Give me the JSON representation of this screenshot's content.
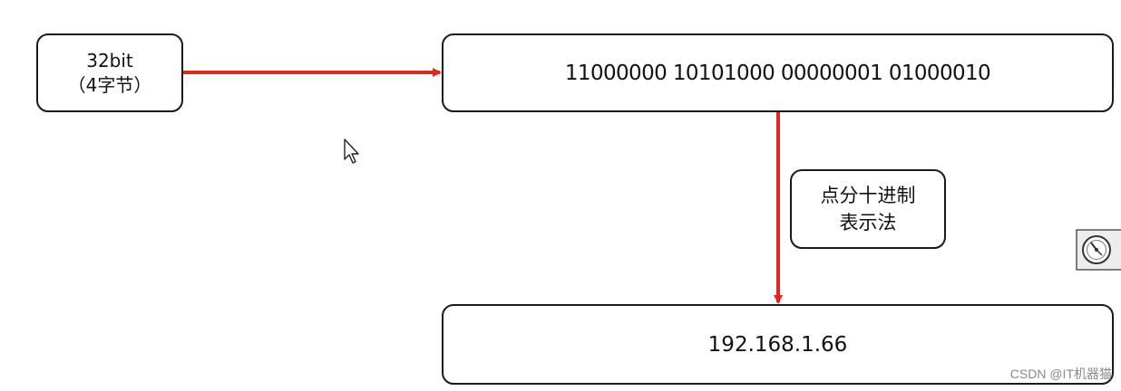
{
  "nodes": {
    "size_box": {
      "line1": "32bit",
      "line2": "（4字节）"
    },
    "binary_box": {
      "text": "11000000 10101000 00000001 01000010"
    },
    "method_box": {
      "line1": "点分十进制",
      "line2": "表示法"
    },
    "decimal_box": {
      "text": "192.168.1.66"
    }
  },
  "watermark": "CSDN @IT机器猫",
  "colors": {
    "arrow": "#e0271c",
    "border": "#1a1a1a"
  },
  "icons": {
    "cursor": "mouse-pointer-icon",
    "overlay": "speedometer-icon"
  }
}
